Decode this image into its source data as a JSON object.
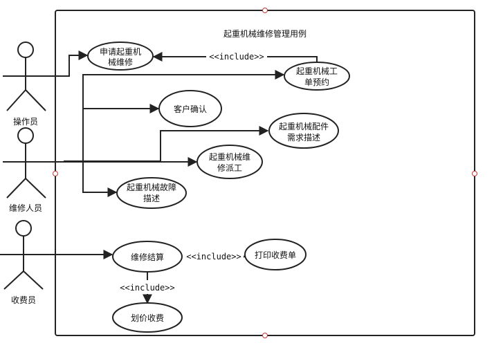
{
  "system": {
    "title": "起重机械维修管理用例"
  },
  "actors": {
    "operator": "操作员",
    "repairer": "维修人员",
    "cashier": "收费员"
  },
  "usecases": {
    "apply_repair": [
      "申请起重机",
      "械维修"
    ],
    "work_order": [
      "起重机械工",
      "单预约"
    ],
    "customer_confirm": [
      "客户确认"
    ],
    "parts_demand": [
      "起重机械配件",
      "需求描述"
    ],
    "dispatch": [
      "起重机械维",
      "修派工"
    ],
    "fault_desc": [
      "起重机械故障",
      "描述"
    ],
    "settlement": [
      "维修结算"
    ],
    "print_receipt": [
      "打印收费单"
    ],
    "pricing": [
      "划价收费"
    ]
  },
  "relations": {
    "include_1": "<<include>>",
    "include_2": "<<include>>",
    "include_3": "<<include>>"
  }
}
